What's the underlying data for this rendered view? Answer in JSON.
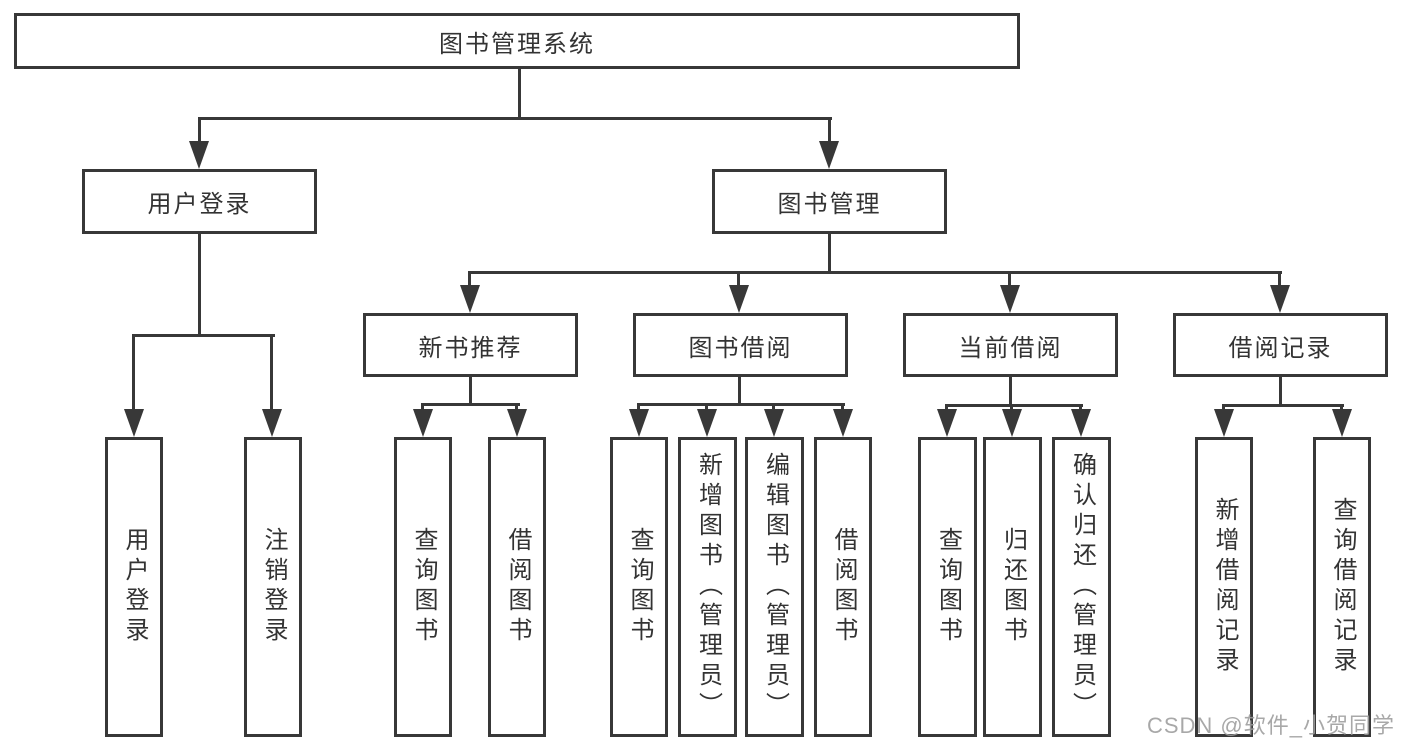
{
  "diagram": {
    "root": {
      "label": "图书管理系统"
    },
    "level2": [
      {
        "label": "用户登录"
      },
      {
        "label": "图书管理"
      }
    ],
    "level3": [
      {
        "label": "新书推荐"
      },
      {
        "label": "图书借阅"
      },
      {
        "label": "当前借阅"
      },
      {
        "label": "借阅记录"
      }
    ],
    "leaves": {
      "user_login": [
        {
          "label": "用户登录"
        },
        {
          "label": "注销登录"
        }
      ],
      "new_book": [
        {
          "label": "查询图书"
        },
        {
          "label": "借阅图书"
        }
      ],
      "book_borrow": [
        {
          "label": "查询图书"
        },
        {
          "label": "新增图书（管理员）"
        },
        {
          "label": "编辑图书（管理员）"
        },
        {
          "label": "借阅图书"
        }
      ],
      "current_borrow": [
        {
          "label": "查询图书"
        },
        {
          "label": "归还图书"
        },
        {
          "label": "确认归还（管理员）"
        }
      ],
      "borrow_record": [
        {
          "label": "新增借阅记录"
        },
        {
          "label": "查询借阅记录"
        }
      ]
    },
    "watermark": "CSDN @软件_小贺同学"
  },
  "colors": {
    "line": "#383838",
    "text": "#333333",
    "background": "#ffffff",
    "watermark": "#9d9d9d"
  }
}
